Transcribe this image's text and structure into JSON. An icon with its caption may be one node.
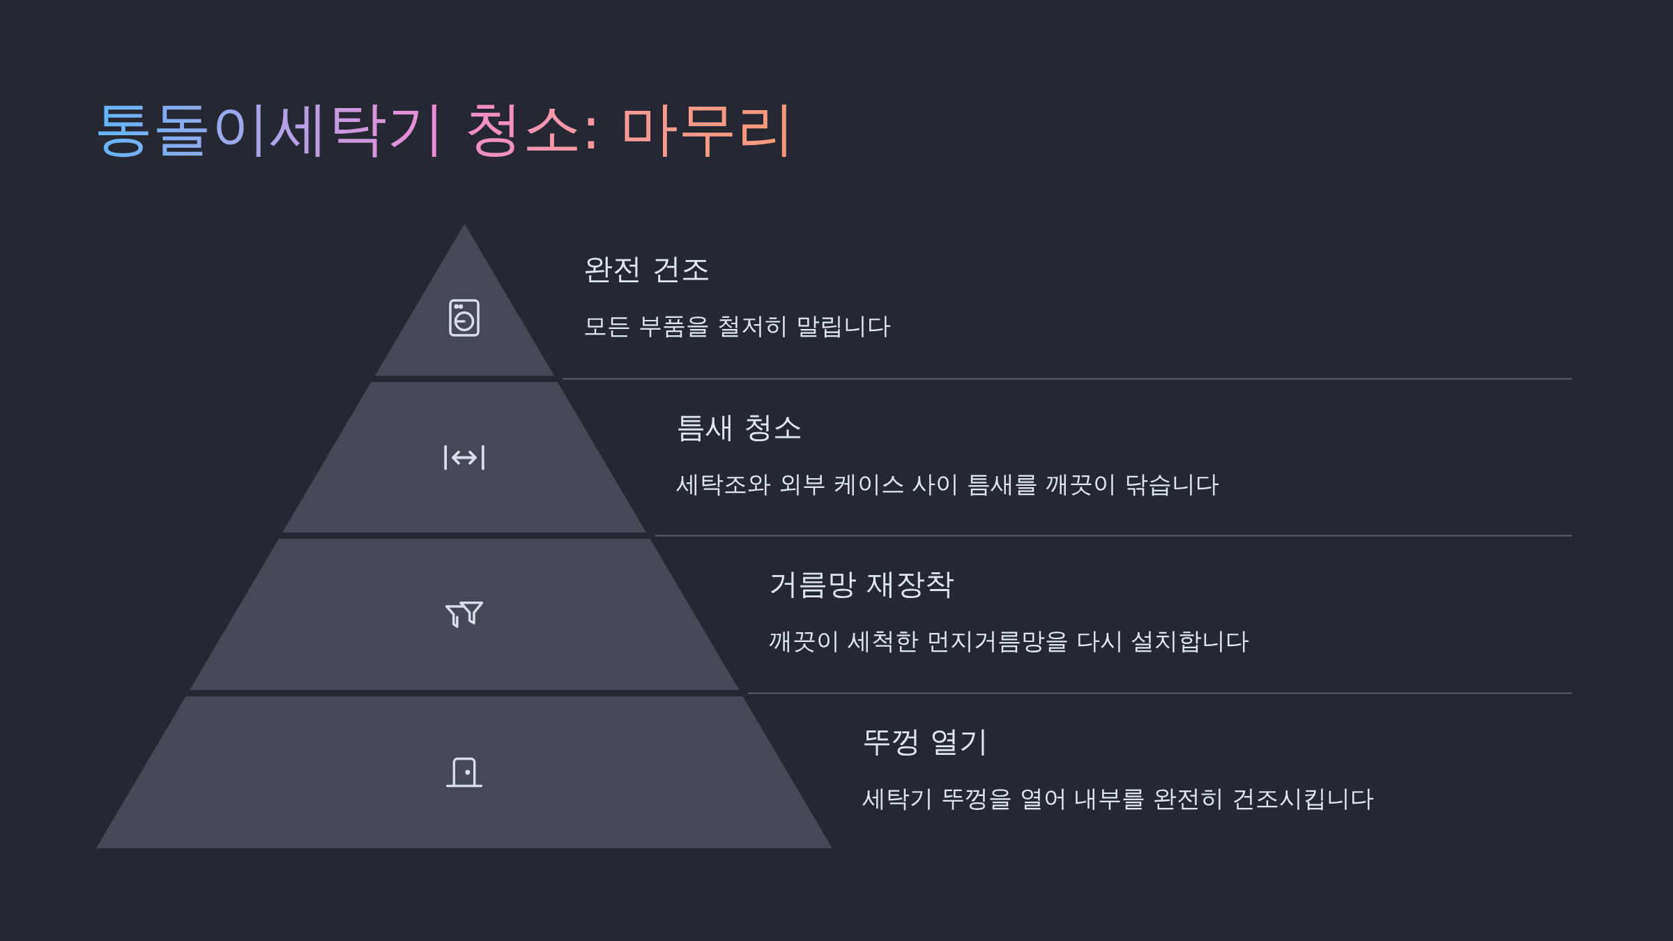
{
  "diagram": {
    "title": "통돌이세탁기 청소: 마무리",
    "nodes": [
      {
        "text": [],
        "shape": "triangle",
        "beside": [
          "완전 건조",
          "모든 부품을 철저히 말립니다"
        ]
      },
      {
        "text": [],
        "shape": "trapezoid",
        "beside": [
          "틈새 청소",
          "세탁조와 외부 케이스 사이 틈새를 깨끗이 닦습니다"
        ]
      },
      {
        "text": [],
        "shape": "trapezoid",
        "beside": [
          "거름망 재장착",
          "깨끗이 세척한 먼지거름망을 다시 설치합니다"
        ]
      },
      {
        "text": [],
        "shape": "trapezoid",
        "beside": [
          "뚜껑 열기",
          "세탁기 뚜껑을 열어 내부를 완전히 건조시킵니다"
        ]
      }
    ]
  }
}
